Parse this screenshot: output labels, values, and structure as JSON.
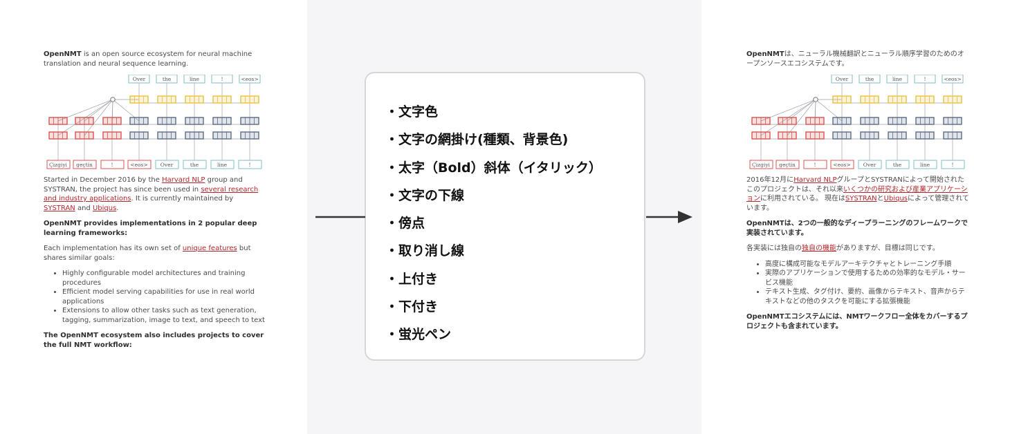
{
  "left_doc": {
    "intro_bold": "OpenNMT",
    "intro_rest": " is an open source ecosystem for neural machine translation and neural sequence learning.",
    "diagram_top": [
      "Over",
      "the",
      "line",
      "!",
      "<eos>"
    ],
    "diagram_bottom": [
      "Çizgiyi",
      "geçtin",
      "!",
      "<eos>",
      "Over",
      "the",
      "line",
      "!"
    ],
    "history": {
      "t1": "Started in December 2016 by the ",
      "l1": "Harvard NLP",
      "t2": " group and SYSTRAN, the project has since been used in ",
      "l2": "several research and industry applications",
      "t3": ". It is currently maintained by ",
      "l3": "SYSTRAN",
      "t4": " and ",
      "l4": "Ubiqus",
      "t5": "."
    },
    "impl_heading": "OpenNMT provides implementations in 2 popular deep learning frameworks:",
    "goals": {
      "t1": "Each implementation has its own set of ",
      "l1": "unique features",
      "t2": " but shares similar goals:"
    },
    "bullets": [
      "Highly configurable model architectures and training procedures",
      "Efficient model serving capabilities for use in real world applications",
      "Extensions to allow other tasks such as text generation, tagging, summarization, image to text, and speech to text"
    ],
    "closing": "The OpenNMT ecosystem also includes projects to cover the full NMT workflow:"
  },
  "features": [
    "・文字色",
    "・文字の網掛け(種類、背景色)",
    "・太字（Bold）斜体（イタリック）",
    "・文字の下線",
    "・傍点",
    "・取り消し線",
    "・上付き",
    "・下付き",
    "・蛍光ペン"
  ],
  "right_doc": {
    "intro_bold": "OpenNMT",
    "intro_rest": "は、ニューラル機械翻訳とニューラル順序学習のためのオープンソースエコシステムです。",
    "diagram_top": [
      "Over",
      "the",
      "line",
      "!",
      "<eos>"
    ],
    "diagram_bottom": [
      "Çizgiyi",
      "geçtin",
      "!",
      "<eos>",
      "Over",
      "the",
      "line",
      "!"
    ],
    "history": {
      "t1": "2016年12月に",
      "l1": "Harvard NLP",
      "t2": "グループとSYSTRANによって開始されたこのプロジェクトは、それ以来",
      "l2": "いくつかの研究および産業アプリケーション",
      "t3": "に利用されている。 現在は",
      "l3": "SYSTRAN",
      "t4": "と",
      "l4": "Ubiqus",
      "t5": "によって管理されています。"
    },
    "impl_heading": "OpenNMTは、2つの一般的なディープラーニングのフレームワークで実装されています。",
    "goals": {
      "t1": "各実装には独自の",
      "l1": "独自の機能",
      "t2": "がありますが、目標は同じです。"
    },
    "bullets": [
      "高度に構成可能なモデルアーキテクチャとトレーニング手順",
      "実際のアプリケーションで使用するための効率的なモデル・サービス機能",
      "テキスト生成、タグ付け、要約、画像からテキスト、音声からテキストなどの他のタスクを可能にする拡張機能"
    ],
    "closing": "OpenNMTエコシステムには、NMTワークフロー全体をカバーするプロジェクトも含まれています。"
  },
  "colors": {
    "link": "#b3262b",
    "cell_red": "#d9534f",
    "cell_blue": "#5b6b86",
    "cell_yellow": "#e8c33a",
    "cell_teal": "#7fbcc4",
    "arrow": "#333333"
  }
}
